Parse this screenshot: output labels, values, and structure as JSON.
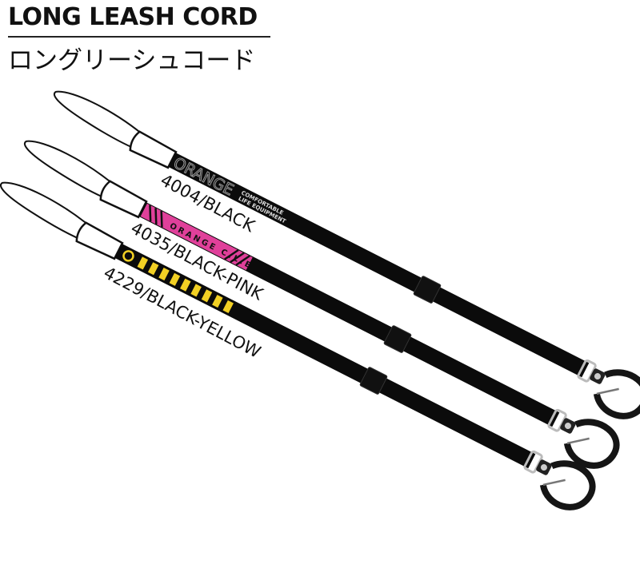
{
  "header": {
    "title": "LONG LEASH CORD",
    "subtitle": "ロングリーシュコード"
  },
  "products": [
    {
      "label": "4004/BLACK",
      "accent": "#9a9a9a",
      "brand_text": "ORANGE",
      "tagline_1": "COMFORTABLE",
      "tagline_2": "LIFE EQUIPMENT"
    },
    {
      "label": "4035/BLACK-PINK",
      "accent": "#e0409a",
      "brand_text": "ORANGE C.L.E"
    },
    {
      "label": "4229/BLACK-YELLOW",
      "accent": "#f2d024"
    }
  ],
  "colors": {
    "strap": "#0b0b0b",
    "sleeve": "#ffffff"
  }
}
